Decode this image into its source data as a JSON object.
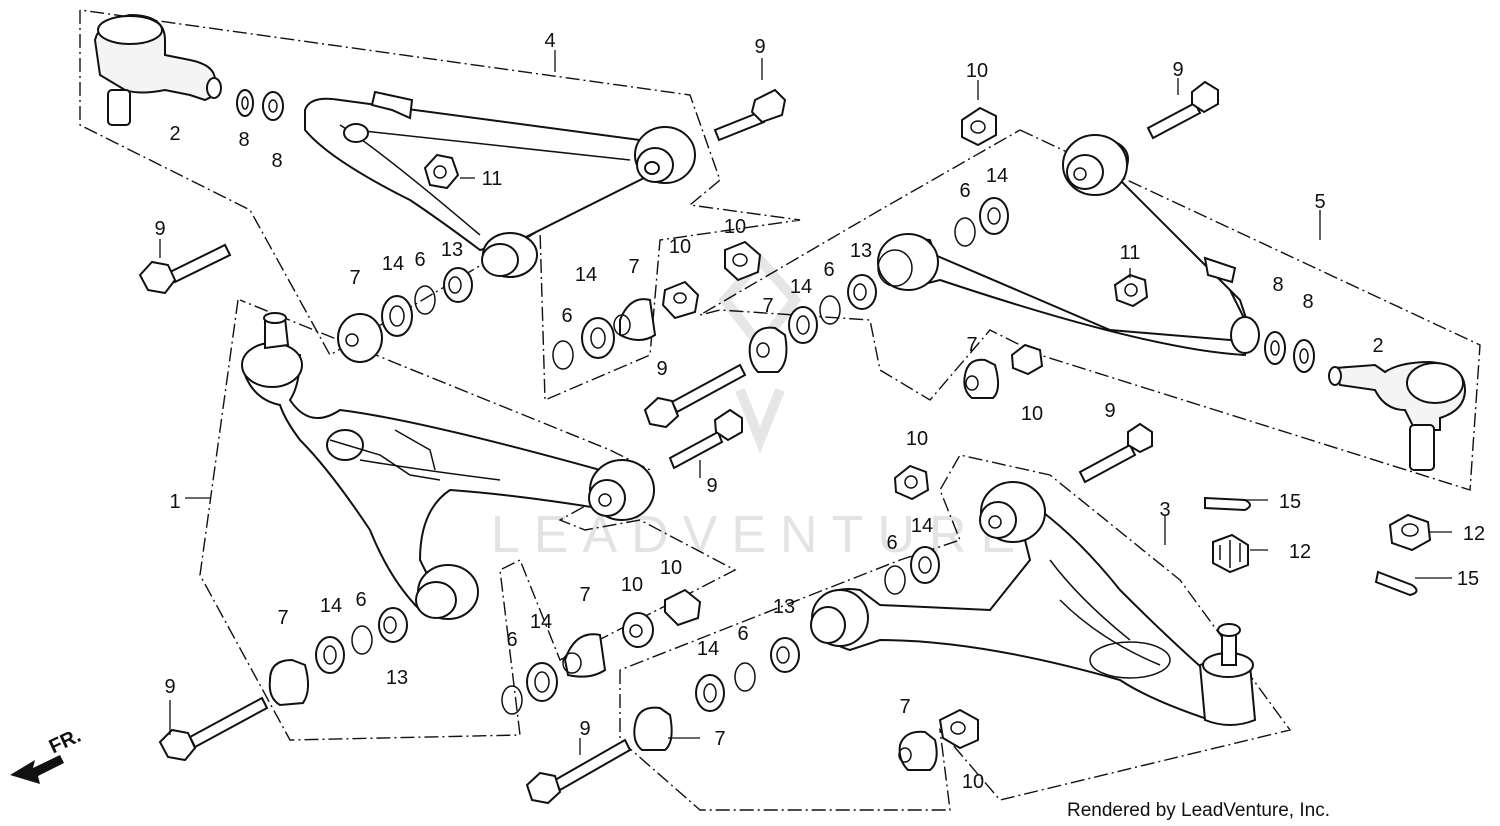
{
  "watermark": {
    "text": "LEADVENTURE"
  },
  "credit": "Rendered by LeadVenture, Inc.",
  "direction": {
    "label": "FR."
  },
  "callouts": [
    {
      "id": "c1",
      "label": "1"
    },
    {
      "id": "c2a",
      "label": "2"
    },
    {
      "id": "c2b",
      "label": "2"
    },
    {
      "id": "c3",
      "label": "3"
    },
    {
      "id": "c4",
      "label": "4"
    },
    {
      "id": "c5",
      "label": "5"
    },
    {
      "id": "c6a",
      "label": "6"
    },
    {
      "id": "c6b",
      "label": "6"
    },
    {
      "id": "c6c",
      "label": "6"
    },
    {
      "id": "c6d",
      "label": "6"
    },
    {
      "id": "c6e",
      "label": "6"
    },
    {
      "id": "c6f",
      "label": "6"
    },
    {
      "id": "c6g",
      "label": "6"
    },
    {
      "id": "c6h",
      "label": "6"
    },
    {
      "id": "c7a",
      "label": "7"
    },
    {
      "id": "c7b",
      "label": "7"
    },
    {
      "id": "c7c",
      "label": "7"
    },
    {
      "id": "c7d",
      "label": "7"
    },
    {
      "id": "c7e",
      "label": "7"
    },
    {
      "id": "c7f",
      "label": "7"
    },
    {
      "id": "c7g",
      "label": "7"
    },
    {
      "id": "c7h",
      "label": "7"
    },
    {
      "id": "c8a",
      "label": "8"
    },
    {
      "id": "c8b",
      "label": "8"
    },
    {
      "id": "c8c",
      "label": "8"
    },
    {
      "id": "c8d",
      "label": "8"
    },
    {
      "id": "c9a",
      "label": "9"
    },
    {
      "id": "c9b",
      "label": "9"
    },
    {
      "id": "c9c",
      "label": "9"
    },
    {
      "id": "c9d",
      "label": "9"
    },
    {
      "id": "c9e",
      "label": "9"
    },
    {
      "id": "c9f",
      "label": "9"
    },
    {
      "id": "c9g",
      "label": "9"
    },
    {
      "id": "c9h",
      "label": "9"
    },
    {
      "id": "c10a",
      "label": "10"
    },
    {
      "id": "c10b",
      "label": "10"
    },
    {
      "id": "c10c",
      "label": "10"
    },
    {
      "id": "c10d",
      "label": "10"
    },
    {
      "id": "c10e",
      "label": "10"
    },
    {
      "id": "c10f",
      "label": "10"
    },
    {
      "id": "c10g",
      "label": "10"
    },
    {
      "id": "c10h",
      "label": "10"
    },
    {
      "id": "c11a",
      "label": "11"
    },
    {
      "id": "c11b",
      "label": "11"
    },
    {
      "id": "c12a",
      "label": "12"
    },
    {
      "id": "c12b",
      "label": "12"
    },
    {
      "id": "c13a",
      "label": "13"
    },
    {
      "id": "c13b",
      "label": "13"
    },
    {
      "id": "c13c",
      "label": "13"
    },
    {
      "id": "c13d",
      "label": "13"
    },
    {
      "id": "c14a",
      "label": "14"
    },
    {
      "id": "c14b",
      "label": "14"
    },
    {
      "id": "c14c",
      "label": "14"
    },
    {
      "id": "c14d",
      "label": "14"
    },
    {
      "id": "c14e",
      "label": "14"
    },
    {
      "id": "c14f",
      "label": "14"
    },
    {
      "id": "c14g",
      "label": "14"
    },
    {
      "id": "c14h",
      "label": "14"
    },
    {
      "id": "c15a",
      "label": "15"
    },
    {
      "id": "c15b",
      "label": "15"
    }
  ]
}
